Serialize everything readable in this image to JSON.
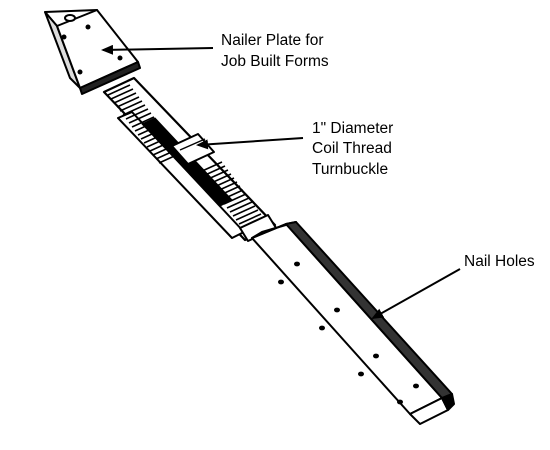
{
  "labels": {
    "nailer_plate": {
      "line1": "Nailer Plate for",
      "line2": "Job Built Forms"
    },
    "turnbuckle": {
      "line1": "1\" Diameter",
      "line2": "Coil Thread",
      "line3": "Turnbuckle"
    },
    "nail_holes": {
      "line1": "Nail Holes"
    }
  },
  "colors": {
    "ink": "#000000",
    "paper": "#ffffff"
  }
}
